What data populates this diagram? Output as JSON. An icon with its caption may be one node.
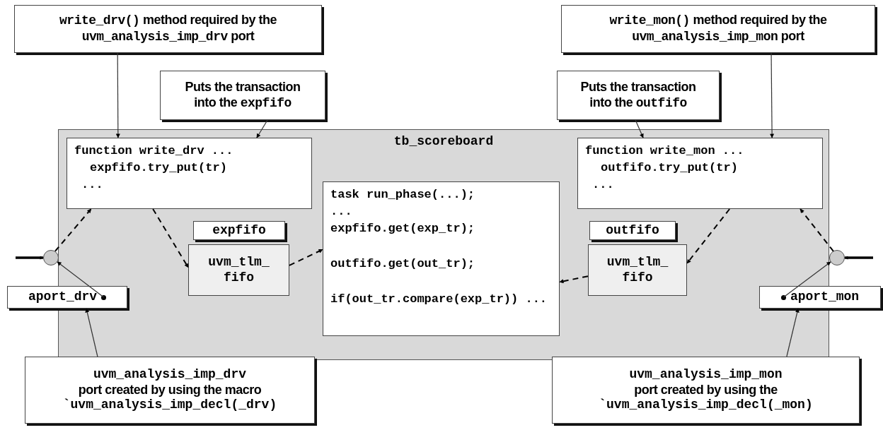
{
  "diagram": {
    "nodes": [
      {
        "text": [
          "*write_drv()* method required by the *uvm_analysis_imp_drv* port"
        ]
      },
      {
        "text": [
          "*write_mon()* method required by the *uvm_analysis_imp_mon* port"
        ]
      },
      {
        "text": [
          "Puts the transaction into the *expfifo*"
        ]
      },
      {
        "text": [
          "Puts the transaction into the *outfifo*"
        ]
      },
      {
        "text": [
          "tb_scoreboard"
        ]
      },
      {
        "text": [
          "function write_drv ...",
          "expfifo.try_put(tr)",
          "..."
        ],
        "in": 4
      },
      {
        "text": [
          "function write_mon ...",
          "outfifo.try_put(tr)",
          "..."
        ],
        "in": 4
      },
      {
        "text": [
          "task run_phase(...);",
          "...",
          "expfifo.get(exp_tr);",
          "outfifo.get(out_tr);",
          "if(out_tr.compare(exp_tr)) ..."
        ],
        "in": 4
      },
      {
        "text": [
          "expfifo"
        ],
        "in": 4
      },
      {
        "text": [
          "uvm_tlm_ fifo"
        ],
        "in": 4
      },
      {
        "text": [
          "outfifo"
        ],
        "in": 4
      },
      {
        "text": [
          "uvm_tlm_ fifo"
        ],
        "in": 4
      },
      {
        "text": [],
        "shape": "circle"
      },
      {
        "text": [
          "aport_drv"
        ]
      },
      {
        "text": [],
        "shape": "circle"
      },
      {
        "text": [
          "aport_mon"
        ]
      },
      {
        "text": [
          "*uvm_analysis_imp_drv* port created by using the macro *`uvm_analysis_imp_decl(_drv)*"
        ]
      },
      {
        "text": [
          "*uvm_analysis_imp_mon* port created by using the *`uvm_analysis_imp_decl(_mon)*"
        ]
      }
    ],
    "edges": [
      {
        "from": 0,
        "to": 5,
        "arrow": "to"
      },
      {
        "from": 2,
        "to": 5,
        "arrow": "to"
      },
      {
        "from": 1,
        "to": 6,
        "arrow": "to"
      },
      {
        "from": 3,
        "to": 6,
        "arrow": "to"
      },
      {
        "from": 12,
        "to": 5,
        "arrow": "to",
        "style": "dashed"
      },
      {
        "from": 5,
        "to": 9,
        "arrow": "to",
        "style": "dashed"
      },
      {
        "from": 9,
        "to": 7,
        "arrow": "to",
        "style": "dashed"
      },
      {
        "from": 11,
        "to": 7,
        "arrow": "to",
        "style": "dashed"
      },
      {
        "from": 6,
        "to": 11,
        "arrow": "to",
        "style": "dashed"
      },
      {
        "from": 14,
        "to": 6,
        "arrow": "to",
        "style": "dashed"
      },
      {
        "from": 13,
        "to": 12,
        "arrow": "to"
      },
      {
        "from": 15,
        "to": 14,
        "arrow": "to"
      },
      {
        "from": 16,
        "to": 13,
        "arrow": "to"
      },
      {
        "from": 17,
        "to": 15,
        "arrow": "to"
      },
      {
        "from": null,
        "to": 12,
        "arrow": "to",
        "style": "thick"
      },
      {
        "from": null,
        "to": 14,
        "arrow": "to",
        "style": "thick"
      }
    ]
  }
}
